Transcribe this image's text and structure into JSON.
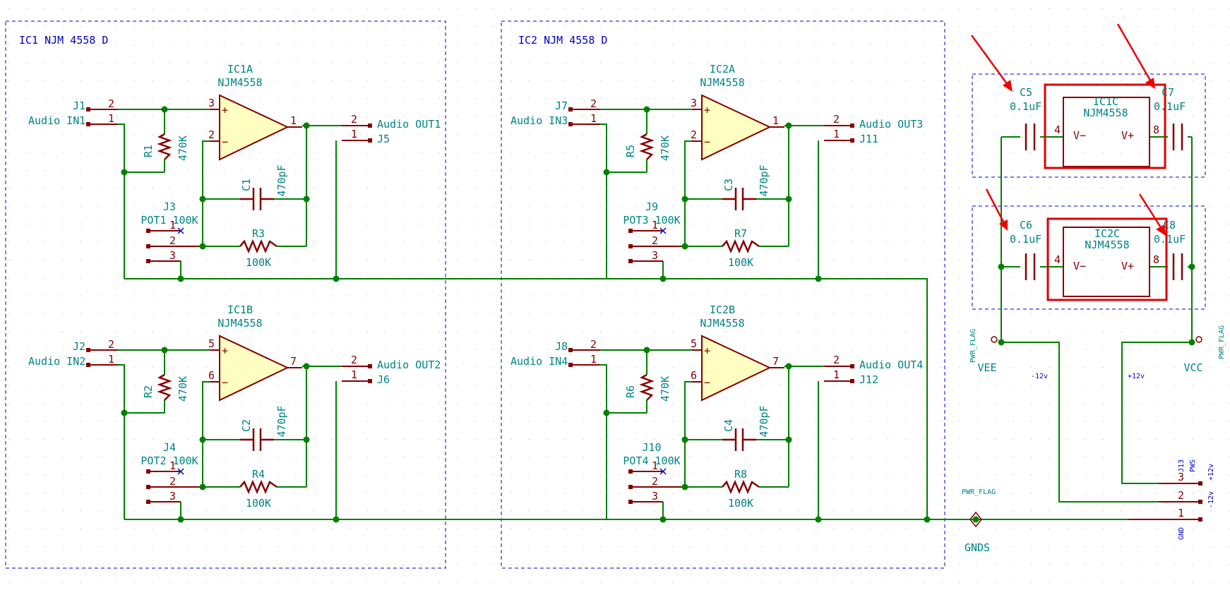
{
  "sheets": {
    "ic1_title": "IC1 NJM 4558 D",
    "ic2_title": "IC2 NJM 4558 D"
  },
  "stages": [
    {
      "ref": "IC1A",
      "value": "NJM4558",
      "in_plus": "3",
      "in_minus": "2",
      "out_pin": "1",
      "jin_ref": "J1",
      "jin_label": "Audio IN1",
      "r_ref": "R1",
      "r_value": "470K",
      "c_ref": "C1",
      "c_value": "470pF",
      "pot_ref": "J3",
      "pot_label": "POT1 100K",
      "rf_ref": "R3",
      "rf_value": "100K",
      "jout_ref": "J5",
      "jout_label": "Audio OUT1"
    },
    {
      "ref": "IC1B",
      "value": "NJM4558",
      "in_plus": "5",
      "in_minus": "6",
      "out_pin": "7",
      "jin_ref": "J2",
      "jin_label": "Audio IN2",
      "r_ref": "R2",
      "r_value": "470K",
      "c_ref": "C2",
      "c_value": "470pF",
      "pot_ref": "J4",
      "pot_label": "POT2 100K",
      "rf_ref": "R4",
      "rf_value": "100K",
      "jout_ref": "J6",
      "jout_label": "Audio OUT2"
    },
    {
      "ref": "IC2A",
      "value": "NJM4558",
      "in_plus": "3",
      "in_minus": "2",
      "out_pin": "1",
      "jin_ref": "J7",
      "jin_label": "Audio IN3",
      "r_ref": "R5",
      "r_value": "470K",
      "c_ref": "C3",
      "c_value": "470pF",
      "pot_ref": "J9",
      "pot_label": "POT3 100K",
      "rf_ref": "R7",
      "rf_value": "100K",
      "jout_ref": "J11",
      "jout_label": "Audio OUT3"
    },
    {
      "ref": "IC2B",
      "value": "NJM4558",
      "in_plus": "5",
      "in_minus": "6",
      "out_pin": "7",
      "jin_ref": "J8",
      "jin_label": "Audio IN4",
      "r_ref": "R6",
      "r_value": "470K",
      "c_ref": "C4",
      "c_value": "470pF",
      "pot_ref": "J10",
      "pot_label": "POT4 100K",
      "rf_ref": "R8",
      "rf_value": "100K",
      "jout_ref": "J12",
      "jout_label": "Audio OUT4"
    }
  ],
  "power_units": [
    {
      "ref": "IC1C",
      "value": "NJM4558",
      "vminus": "V−",
      "vplus": "V+",
      "pin4": "4",
      "pin8": "8",
      "cl_ref": "C5",
      "cl_value": "0.1uF",
      "cr_ref": "C7",
      "cr_value": "0.1uF"
    },
    {
      "ref": "IC2C",
      "value": "NJM4558",
      "vminus": "V−",
      "vplus": "V+",
      "pin4": "4",
      "pin8": "8",
      "cl_ref": "C6",
      "cl_value": "0.1uF",
      "cr_ref": "C8",
      "cr_value": "0.1uF"
    }
  ],
  "power": {
    "pwr_flag": "PWR_FLAG",
    "vee": "VEE",
    "vcc": "VCC",
    "gnds": "GNDS",
    "vee_net": "-12v",
    "vcc_net": "+12v",
    "jps_ref": "J13",
    "jps_name": "PWS",
    "jps_pin3": "3",
    "jps_pin2": "2",
    "jps_pin1": "1",
    "jps_sig3": "+12v",
    "jps_sig2": "-12v",
    "jps_sig1": "GND"
  },
  "pins": {
    "p1": "1",
    "p2": "2",
    "p3": "3",
    "plus": "+",
    "minus": "−"
  },
  "colors": {
    "wire": "#008000",
    "component": "#840000",
    "label": "#008484",
    "sheet_border": "#0000c8",
    "opamp_fill": "#ffffc2",
    "highlight": "#dd0000"
  }
}
